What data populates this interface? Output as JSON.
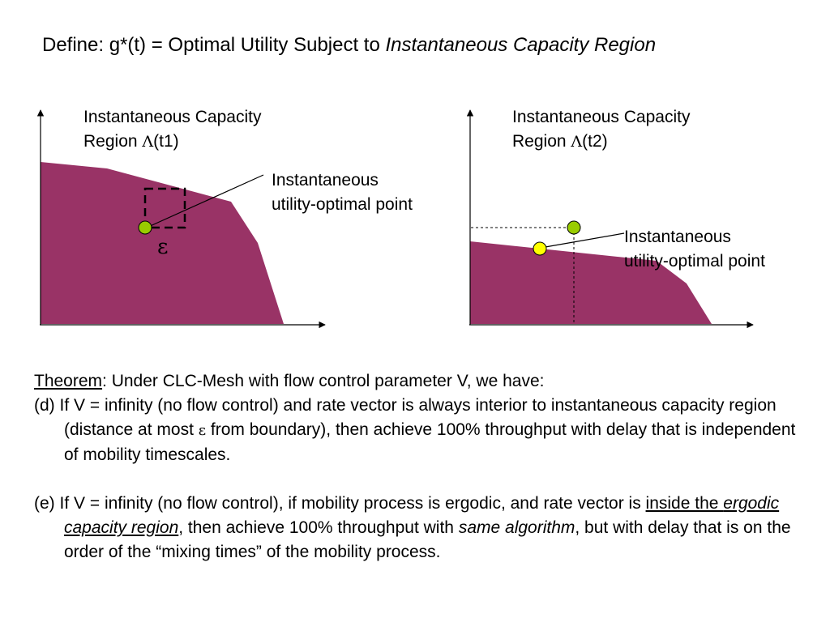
{
  "title": {
    "prefix": "Define:  g*(t) = Optimal Utility Subject to ",
    "italic": "Instantaneous Capacity Region"
  },
  "left_chart": {
    "label_line1": "Instantaneous Capacity",
    "label_line2_prefix": "Region ",
    "lambda_symbol": "Λ",
    "label_line2_suffix": "(t1)",
    "point_label_line1": "Instantaneous",
    "point_label_line2": "utility-optimal point",
    "epsilon_symbol": "ε"
  },
  "right_chart": {
    "label_line1": "Instantaneous Capacity",
    "label_line2_prefix": "Region ",
    "lambda_symbol": "Λ",
    "label_line2_suffix": "(t2)",
    "point_label_line1": "Instantaneous",
    "point_label_line2": "utility-optimal point"
  },
  "colors": {
    "region_fill": "#993366",
    "green_point": "#99cc00",
    "yellow_point": "#ffff00"
  },
  "theorem": {
    "heading": "Theorem",
    "intro": ":  Under CLC-Mesh with flow control parameter V, we have:",
    "d_text_1": "(d) If V = infinity (no flow control) and rate vector is always interior to instantaneous capacity region (distance at most ",
    "d_epsilon": "ε",
    "d_text_2": " from boundary), then achieve 100% throughput with delay that is independent of mobility timescales.",
    "e_text_1": "(e) If V = infinity (no flow control), if mobility process is ergodic, and rate vector is ",
    "e_underline_1": "inside the ",
    "e_underline_italic": "ergodic capacity region",
    "e_text_2": ", then achieve 100% throughput with ",
    "e_italic_1": "same algorithm",
    "e_text_3": ", but with delay that is on the order of the “mixing times” of the mobility process."
  }
}
